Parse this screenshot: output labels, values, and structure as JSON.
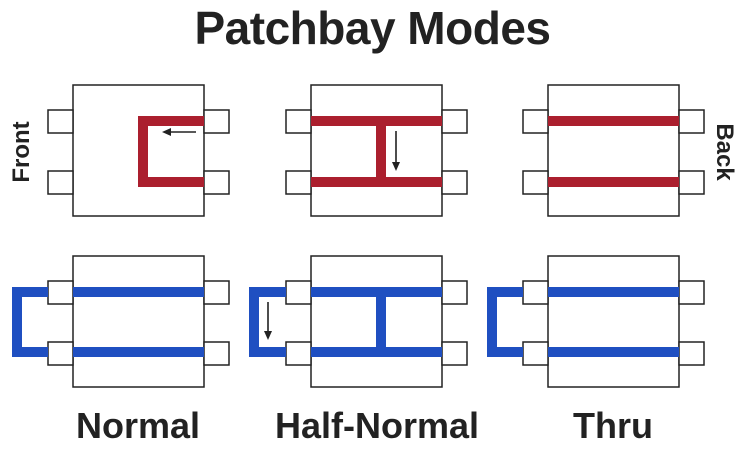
{
  "title": "Patchbay Modes",
  "side_labels": {
    "front": "Front",
    "back": "Back"
  },
  "modes": [
    {
      "label": "Normal"
    },
    {
      "label": "Half-Normal"
    },
    {
      "label": "Thru"
    }
  ],
  "colors": {
    "text": "#222222",
    "outline": "#222222",
    "top_signal": "#ab1f2e",
    "bottom_signal": "#1f4fc1",
    "arrow": "#222222",
    "background": "#ffffff"
  }
}
